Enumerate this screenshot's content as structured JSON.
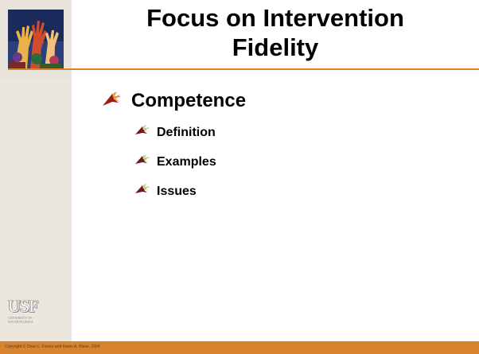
{
  "slide": {
    "title_line1": "Focus on Intervention",
    "title_line2": "Fidelity",
    "bullet_main": "Competence",
    "sub_bullets": [
      "Definition",
      "Examples",
      "Issues"
    ],
    "usf_logo_text": "USF",
    "usf_logo_sub_line1": "UNIVERSITY OF",
    "usf_logo_sub_line2": "SOUTH FLORIDA",
    "copyright": "Copyright © Dean L. Fixsen and Karen A. Blase, 2004"
  },
  "colors": {
    "accent_orange": "#d9832e",
    "sidebar_bg": "#e8e4dc",
    "bullet_red": "#9b1b1b",
    "bullet_orange": "#e4a23a",
    "sub_bullet_dark": "#6b1b1b",
    "sub_bullet_green": "#4a6b2b"
  },
  "icons": {
    "title_image": "hands-raised-icon",
    "main_bullet": "arrow-bullet-icon",
    "sub_bullet": "small-arrow-bullet-icon"
  }
}
